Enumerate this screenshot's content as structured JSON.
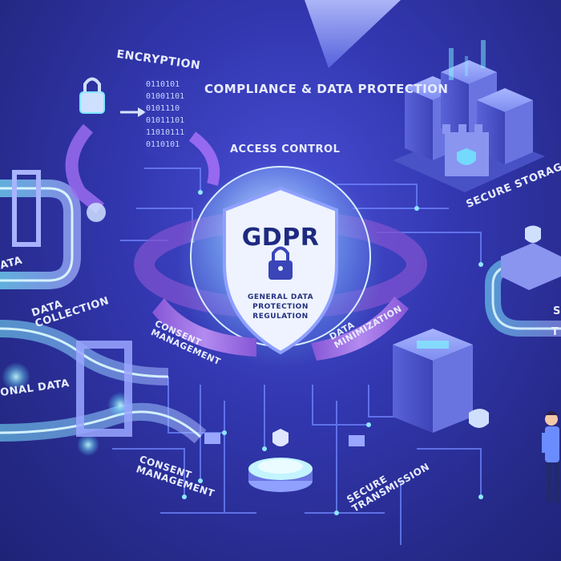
{
  "title": "COMPLIANCE & DATA PROTECTION",
  "badge": {
    "acronym": "GDPR",
    "subtitle": "GENERAL DATA PROTECTION REGULATION"
  },
  "labels": {
    "encryption": "ENCRYPTION",
    "access_control": "ACCESS CONTROL",
    "secure_storage": "SECURE STORAGE",
    "data_collection": "DATA COLLECTION",
    "personal_data": "ONAL DATA",
    "ata": "ATA",
    "consent_management_band": "CONSENT MANAGEMENT",
    "data_minimization_band": "DATA MINIMIZATION",
    "consent_management_bottom": "CONSENT MANAGEMENT",
    "secure_transmission": "SECURE TRANSMISSION",
    "right_s": "S",
    "right_t": "T"
  },
  "binary": [
    "0110101",
    "01001101",
    "0101110",
    "01011101",
    "11010111",
    "0110101"
  ],
  "colors": {
    "background": "#3237b0",
    "accent_cyan": "#7ff3ff",
    "accent_purple": "#8a5ad8",
    "shield": "#e9efff",
    "lock": "#3a45b8"
  }
}
